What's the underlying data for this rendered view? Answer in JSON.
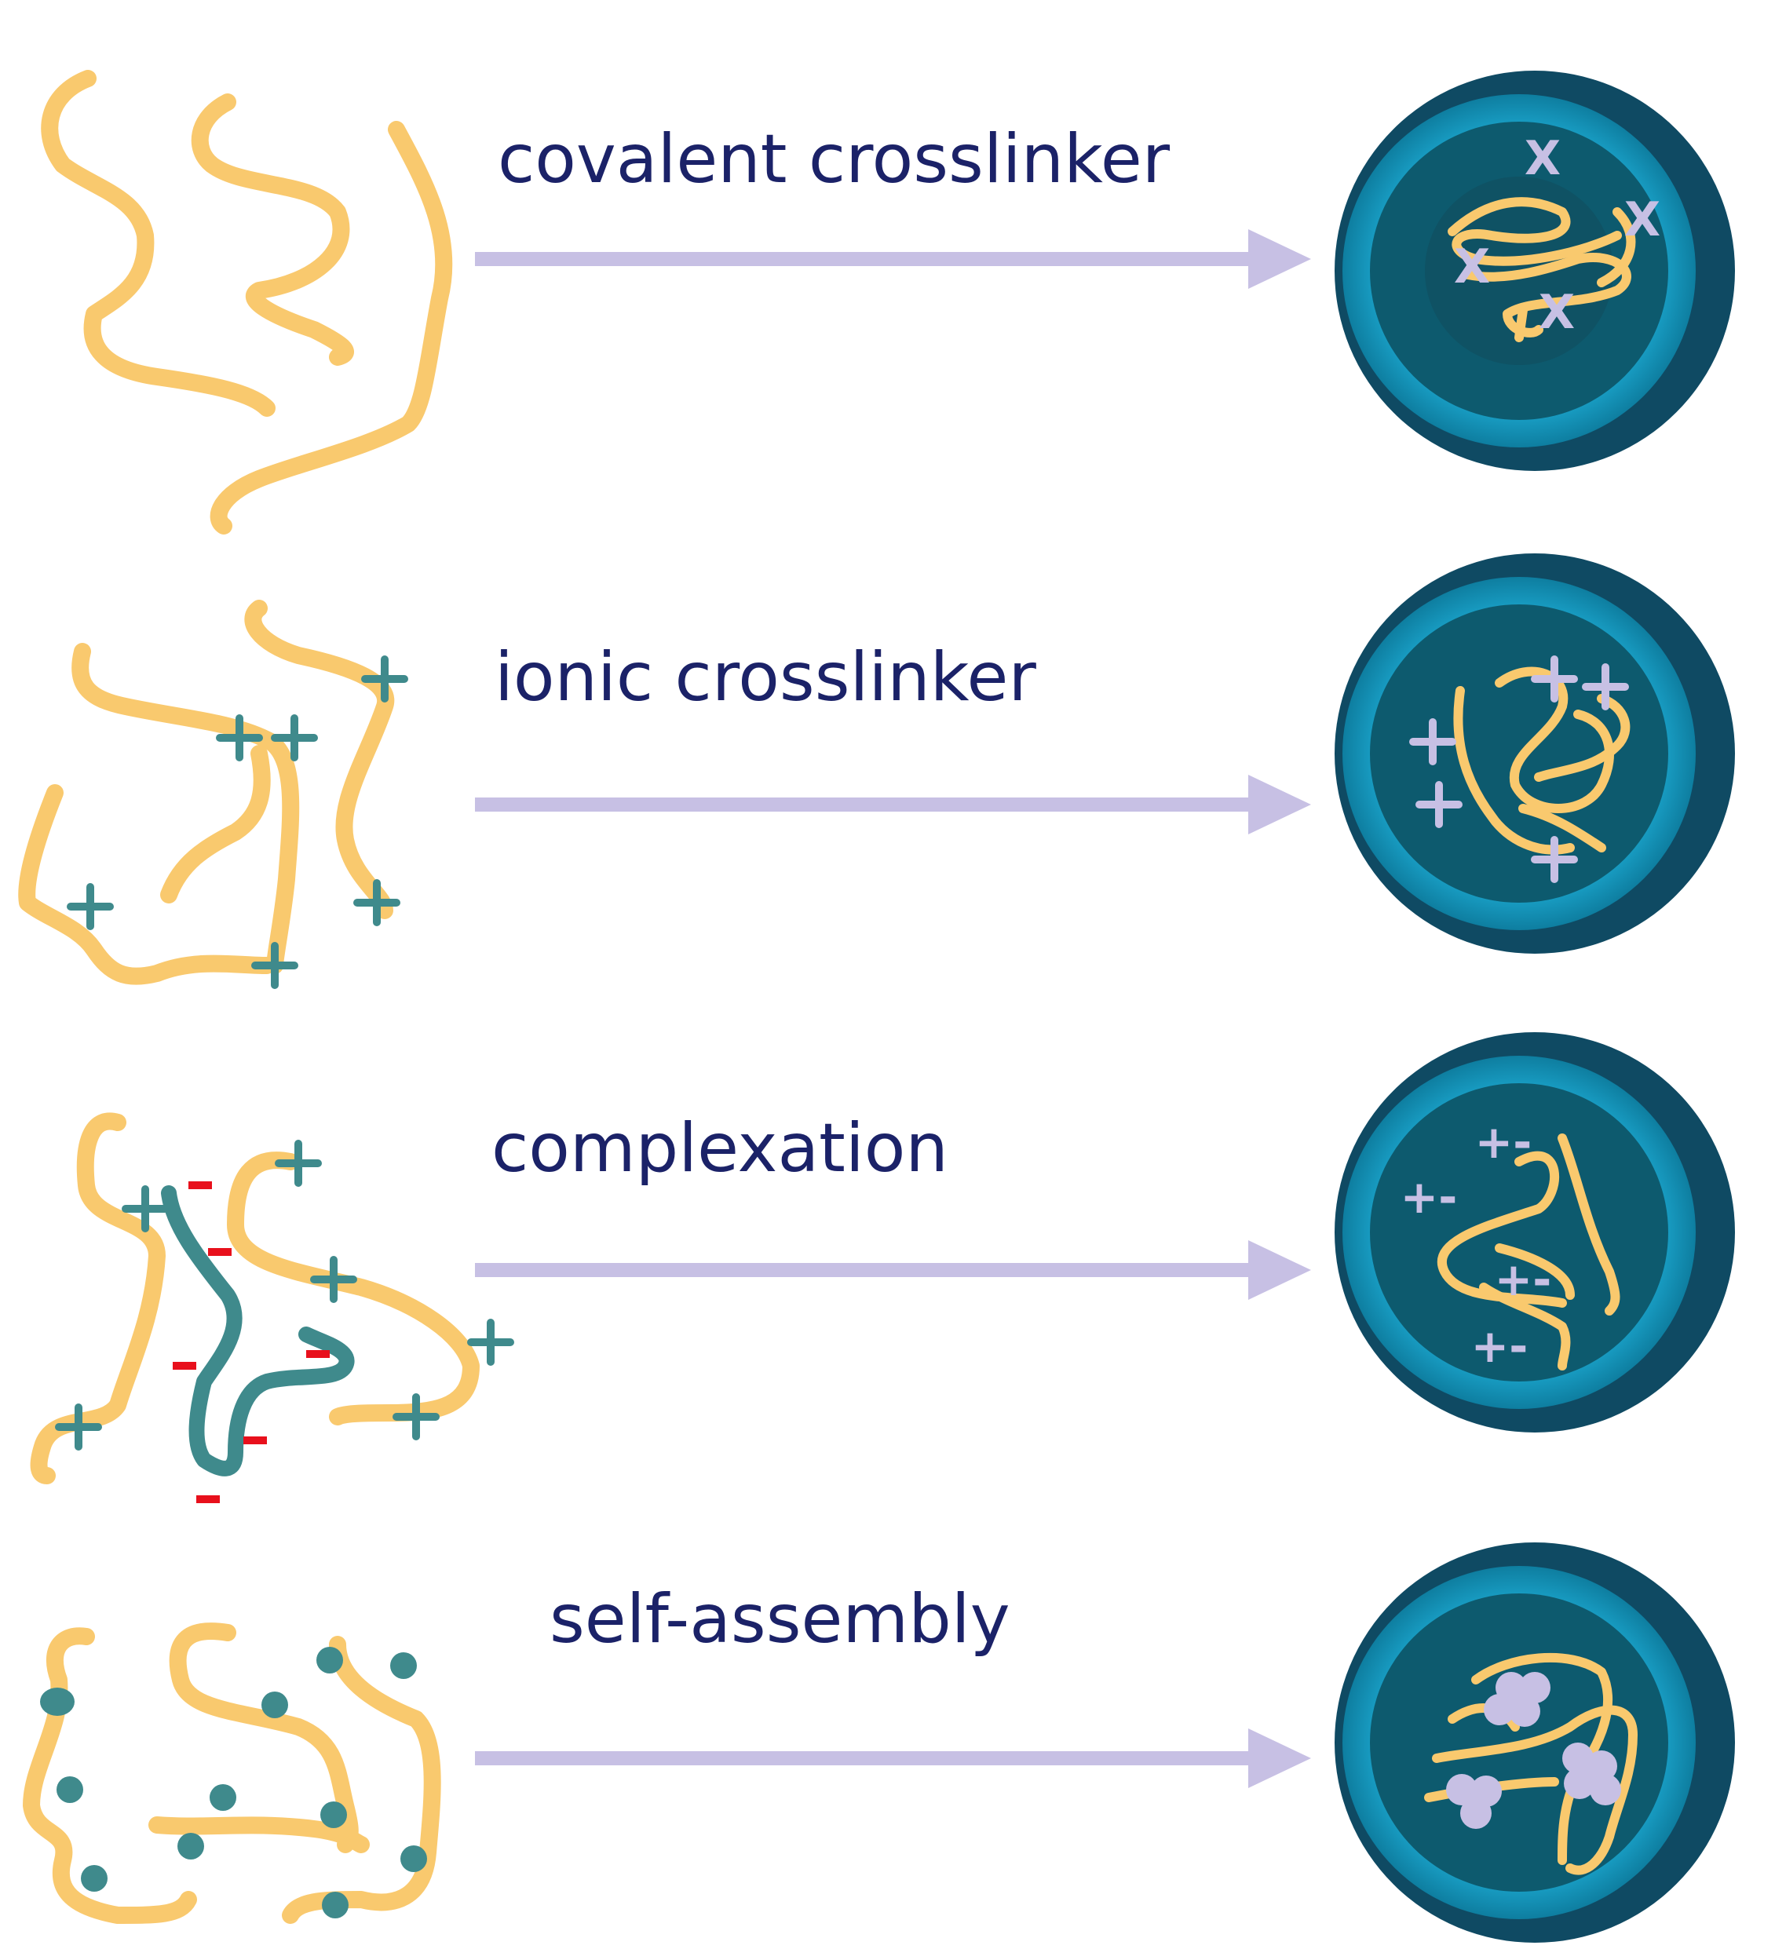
{
  "diagram": {
    "rows": [
      {
        "label": "covalent crosslinker",
        "crosslink_symbol": "X"
      },
      {
        "label": "ionic crosslinker",
        "crosslink_symbol": "+"
      },
      {
        "label": "complexation",
        "crosslink_symbol": "+-"
      },
      {
        "label": "self-assembly",
        "crosslink_symbol": "dots"
      }
    ]
  },
  "colors": {
    "polymer": "#f9c96e",
    "cationic_mark": "#3f8a8c",
    "anionic_mark": "#e8101c",
    "counter_polymer": "#3f8a8c",
    "arrow": "#c7c0e4",
    "capsule_outer": "#0f4a63",
    "capsule_ring": "#1aa2c9",
    "capsule_inner": "#0d5a6e",
    "crosslink_mark": "#c7c0e4",
    "label_text": "#1b2268"
  }
}
